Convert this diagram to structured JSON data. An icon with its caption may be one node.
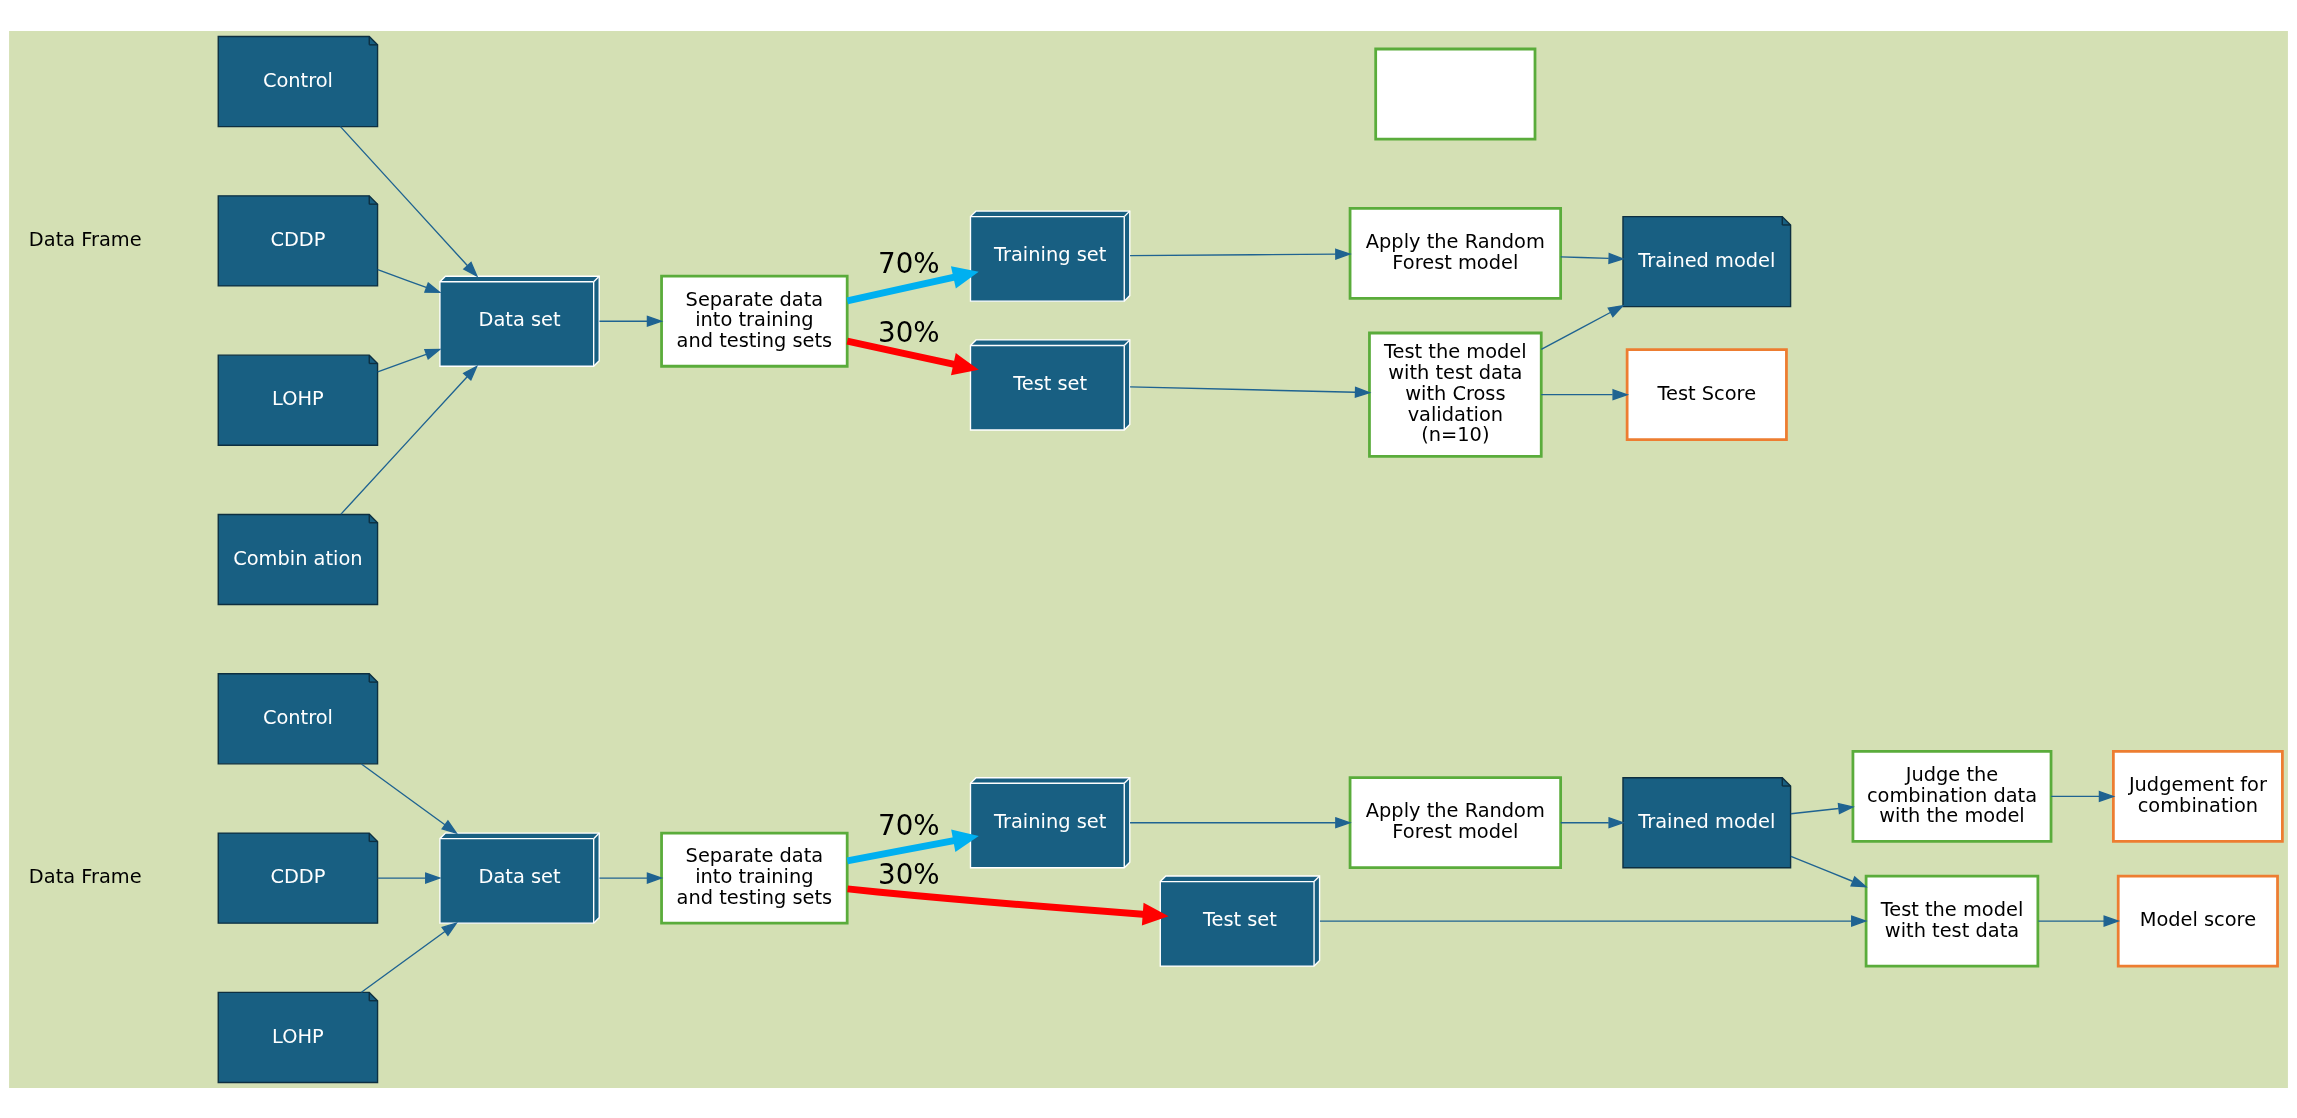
{
  "diagram": {
    "nodes": [
      {
        "text": [],
        "shape": "box"
      },
      {
        "text": [
          "Control"
        ]
      },
      {
        "text": [
          "CDDP"
        ]
      },
      {
        "text": [
          "LOHP"
        ]
      },
      {
        "text": [
          "Combin ation"
        ]
      },
      {
        "text": [
          "Data set"
        ]
      },
      {
        "text": [
          "Separate data into training and testing sets"
        ]
      },
      {
        "text": [
          "Training set"
        ]
      },
      {
        "text": [
          "Test set"
        ]
      },
      {
        "text": [
          "Apply the Random Forest model"
        ]
      },
      {
        "text": [
          "Trained model"
        ]
      },
      {
        "text": [
          "Test the model with test data with Cross validation (n=10)"
        ]
      },
      {
        "text": [
          "Test Score"
        ]
      },
      {
        "text": [
          "Control"
        ]
      },
      {
        "text": [
          "CDDP"
        ]
      },
      {
        "text": [
          "LOHP"
        ]
      },
      {
        "text": [
          "Data set"
        ]
      },
      {
        "text": [
          "Separate data into training and testing sets"
        ]
      },
      {
        "text": [
          "Training set"
        ]
      },
      {
        "text": [
          "Test set"
        ]
      },
      {
        "text": [
          "Apply the Random Forest model"
        ]
      },
      {
        "text": [
          "Trained model"
        ]
      },
      {
        "text": [
          "Judge the combination data with the model"
        ]
      },
      {
        "text": [
          "Judgement for combination"
        ]
      },
      {
        "text": [
          "Test the model with test data"
        ]
      },
      {
        "text": [
          "Model score"
        ]
      }
    ],
    "edges": [
      {
        "from": 1,
        "to": 5,
        "arrow": "to"
      },
      {
        "from": 2,
        "to": 5,
        "arrow": "to"
      },
      {
        "from": 3,
        "to": 5,
        "arrow": "to"
      },
      {
        "from": 4,
        "to": 5,
        "arrow": "to"
      },
      {
        "from": 5,
        "to": 6,
        "arrow": "to"
      },
      {
        "from": 6,
        "to": 7,
        "arrow": "to",
        "label": "70%",
        "style": "thick",
        "color": "#00b0f0"
      },
      {
        "from": 6,
        "to": 8,
        "arrow": "to",
        "label": "30%",
        "style": "thick",
        "color": "#ff0000"
      },
      {
        "from": 7,
        "to": 9,
        "arrow": "to"
      },
      {
        "from": 9,
        "to": 10,
        "arrow": "to"
      },
      {
        "from": 8,
        "to": 11,
        "arrow": "to"
      },
      {
        "from": 11,
        "to": 10,
        "arrow": "to"
      },
      {
        "from": 11,
        "to": 12,
        "arrow": "to"
      },
      {
        "from": 13,
        "to": 16,
        "arrow": "to"
      },
      {
        "from": 14,
        "to": 16,
        "arrow": "to"
      },
      {
        "from": 15,
        "to": 16,
        "arrow": "to"
      },
      {
        "from": 16,
        "to": 17,
        "arrow": "to"
      },
      {
        "from": 17,
        "to": 18,
        "arrow": "to",
        "label": "70%",
        "style": "thick",
        "color": "#00b0f0"
      },
      {
        "from": 17,
        "to": 19,
        "arrow": "to",
        "label": "30%",
        "style": "thick",
        "color": "#ff0000"
      },
      {
        "from": 18,
        "to": 20,
        "arrow": "to"
      },
      {
        "from": 20,
        "to": 21,
        "arrow": "to"
      },
      {
        "from": 21,
        "to": 22,
        "arrow": "to"
      },
      {
        "from": 22,
        "to": 23,
        "arrow": "to"
      },
      {
        "from": 21,
        "to": 24,
        "arrow": "to"
      },
      {
        "from": 19,
        "to": 24,
        "arrow": "to"
      },
      {
        "from": 24,
        "to": 25,
        "arrow": "to"
      }
    ],
    "labels": [
      "Data Frame",
      "Data Frame"
    ]
  }
}
